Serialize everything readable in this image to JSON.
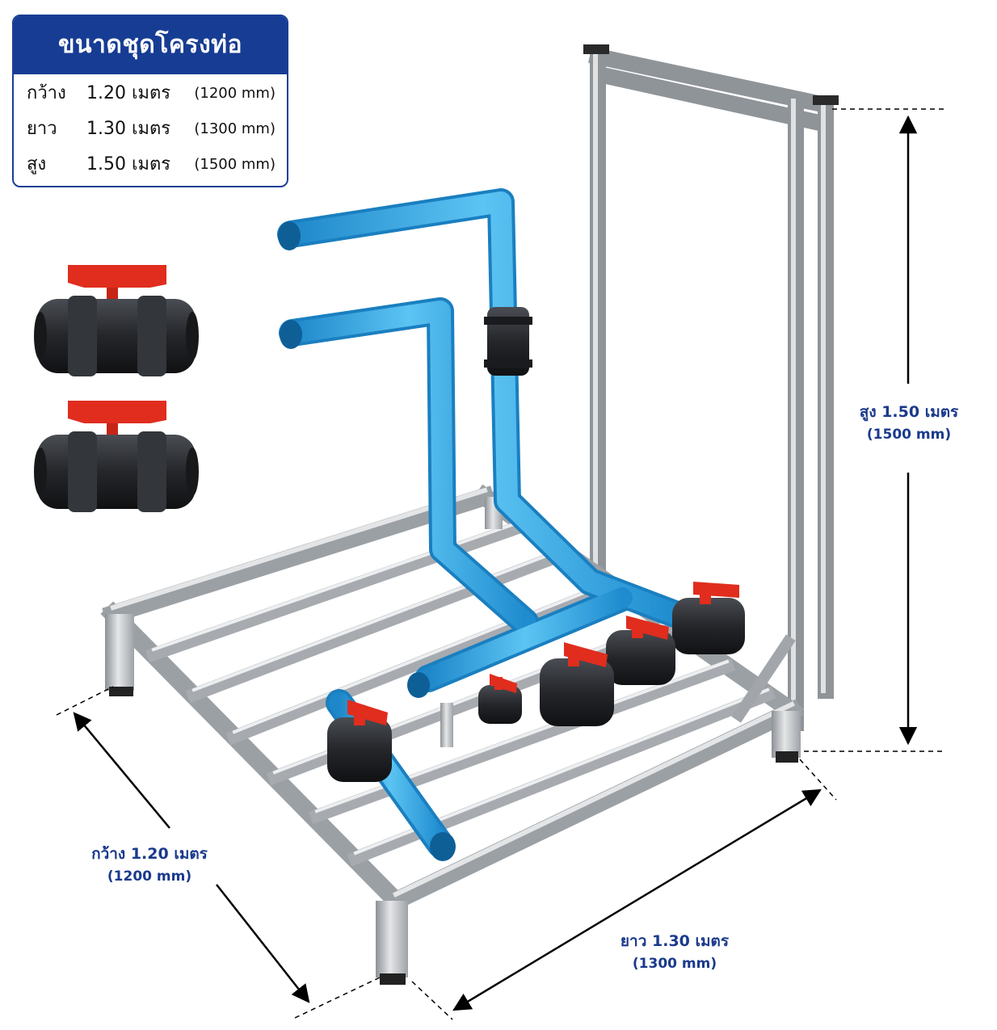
{
  "spec": {
    "title": "ขนาดชุดโครงท่อ",
    "rows": [
      {
        "label": "กว้าง",
        "value": "1.20 เมตร",
        "mm": "(1200 mm)"
      },
      {
        "label": "ยาว",
        "value": "1.30 เมตร",
        "mm": "(1300 mm)"
      },
      {
        "label": "สูง",
        "value": "1.50 เมตร",
        "mm": "(1500 mm)"
      }
    ]
  },
  "dimensions": {
    "height": {
      "label": "สูง 1.50 เมตร",
      "mm": "(1500 mm)"
    },
    "width": {
      "label": "กว้าง 1.20 เมตร",
      "mm": "(1200 mm)"
    },
    "length": {
      "label": "ยาว 1.30 เมตร",
      "mm": "(1300 mm)"
    }
  },
  "colors": {
    "brand": "#173c93",
    "label_text": "#1a3a8c",
    "steel": "#b9bcc0",
    "pipe": "#2aa3e4",
    "valve_body": "#2b2d31",
    "valve_handle": "#e02d1e"
  }
}
